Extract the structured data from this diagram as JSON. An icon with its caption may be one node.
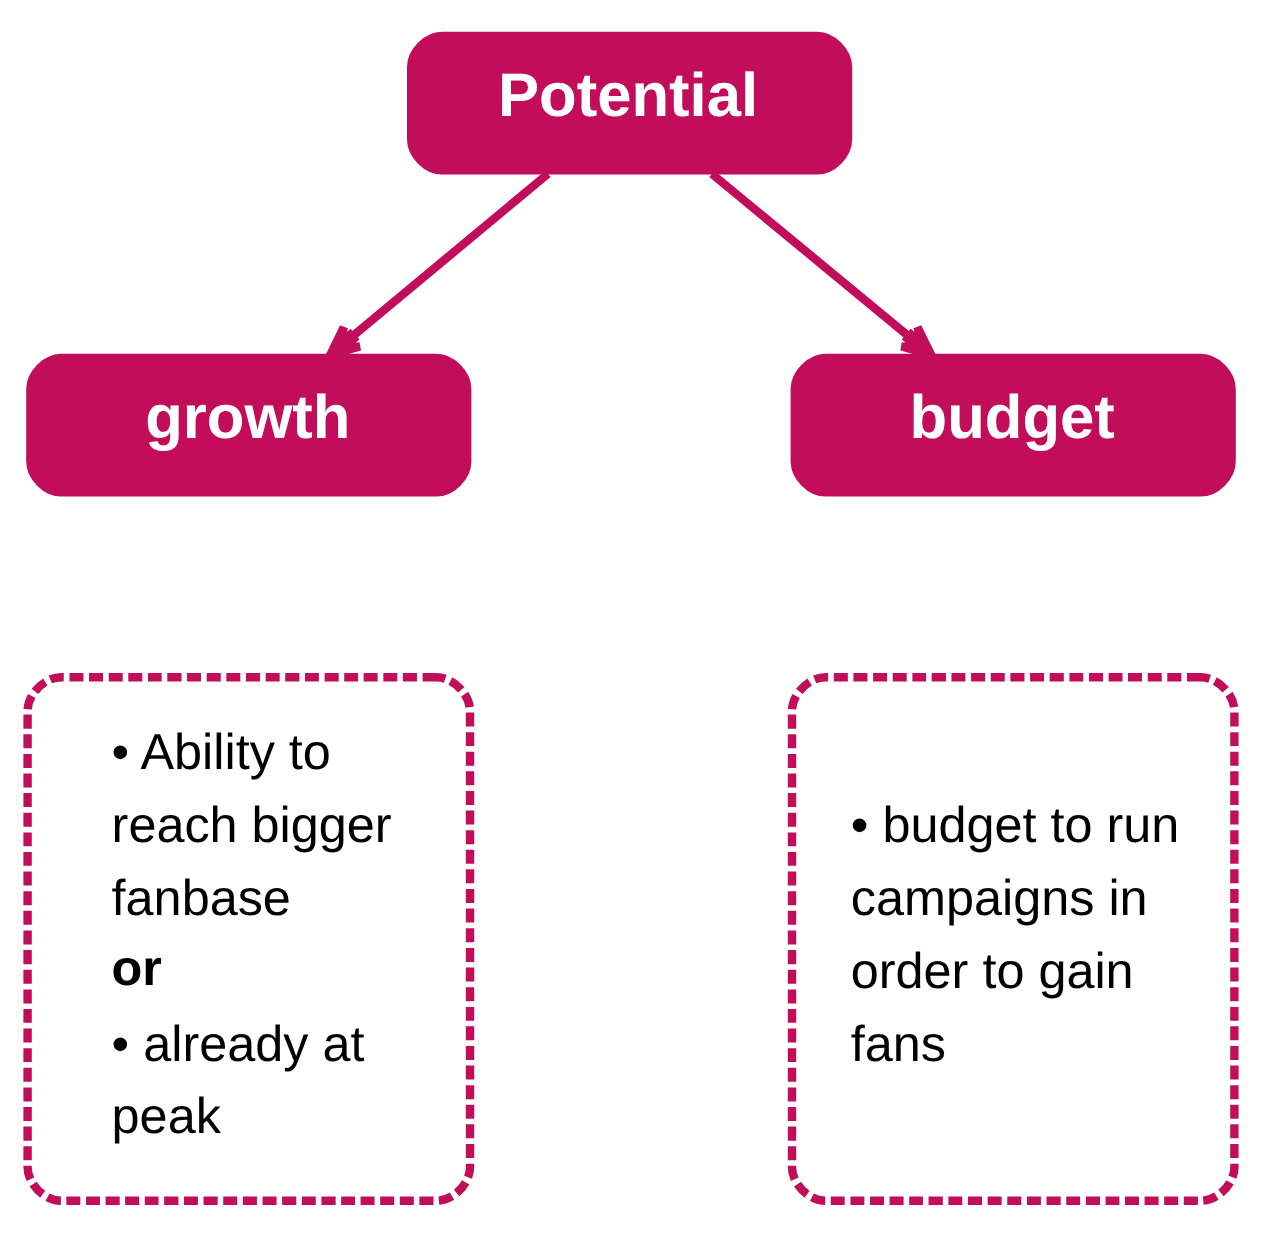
{
  "diagram": {
    "nodes": [
      {
        "text": [
          "Potential"
        ]
      },
      {
        "text": [
          "growth"
        ]
      },
      {
        "text": [
          "• Ability to reach bigger fanbase",
          "**or**",
          "• already at peak"
        ]
      },
      {
        "text": [
          "budget"
        ]
      },
      {
        "text": [
          "• budget to run campaigns in order to gain fans"
        ]
      }
    ],
    "edges": [
      {
        "from": 0,
        "to": 1,
        "arrow": "to"
      },
      {
        "from": 0,
        "to": 3,
        "arrow": "to"
      }
    ]
  }
}
